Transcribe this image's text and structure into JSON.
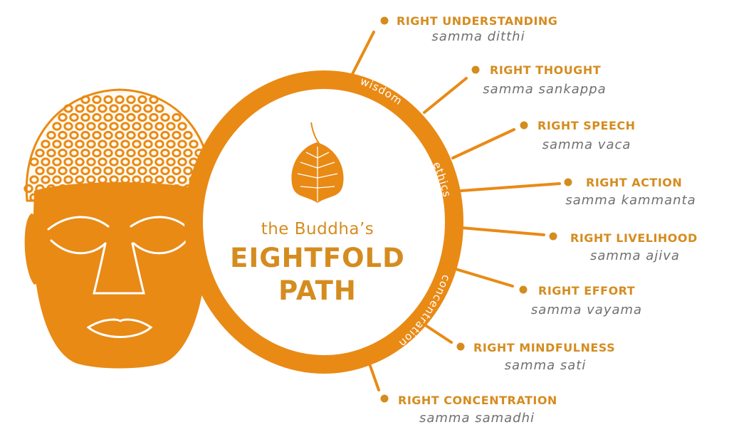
{
  "colors": {
    "accent": "#e98a15",
    "text_accent": "#d58c1f",
    "pali_text": "#6f6f6f",
    "background": "#ffffff"
  },
  "title": {
    "line1": "the Buddha’s",
    "line2": "EIGHTFOLD",
    "line3": "PATH"
  },
  "ring_labels": {
    "wisdom": "wisdom",
    "ethics": "ethics",
    "concentration": "concentration"
  },
  "steps": [
    {
      "label": "RIGHT UNDERSTANDING",
      "pali": "samma ditthi"
    },
    {
      "label": "RIGHT THOUGHT",
      "pali": "samma sankappa"
    },
    {
      "label": "RIGHT SPEECH",
      "pali": "samma vaca"
    },
    {
      "label": "RIGHT ACTION",
      "pali": "samma kammanta"
    },
    {
      "label": "RIGHT LIVELIHOOD",
      "pali": "samma ajiva"
    },
    {
      "label": "RIGHT EFFORT",
      "pali": "samma vayama"
    },
    {
      "label": "RIGHT MINDFULNESS",
      "pali": "samma sati"
    },
    {
      "label": "RIGHT CONCENTRATION",
      "pali": "samma samadhi"
    }
  ],
  "icons": [
    "buddha-head-icon",
    "bodhi-leaf-icon",
    "step-dot-icon"
  ]
}
